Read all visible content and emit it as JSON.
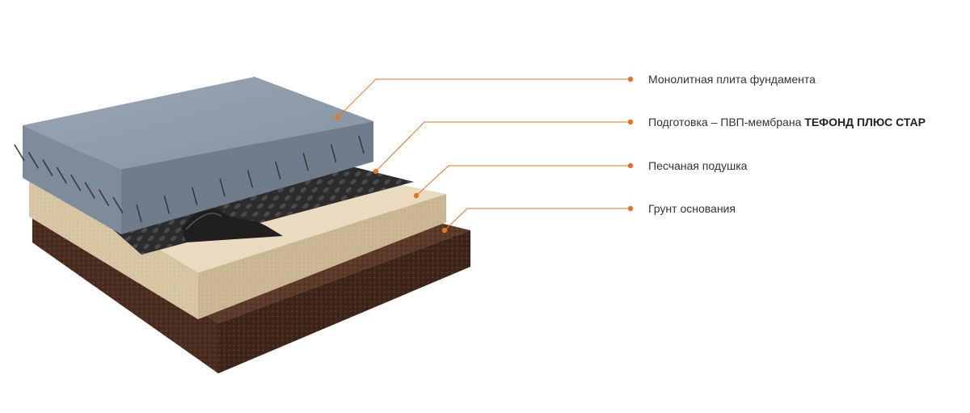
{
  "colors": {
    "leader": "#e8731f",
    "concrete_top": "#8f9cab",
    "concrete_front": "#7e8b9b",
    "concrete_side": "#6f7c8c",
    "membrane": "#2c2c2c",
    "membrane_dot": "#4a4a4a",
    "sand_top": "#e9dac0",
    "sand_front": "#d6c4a3",
    "sand_side": "#c9b591",
    "soil_top": "#5b3a2a",
    "soil_front": "#4a2d20",
    "soil_side": "#3d251a",
    "rebar": "#3a3a3a"
  },
  "labels": [
    {
      "text": "Монолитная плита фундамента",
      "bold": ""
    },
    {
      "text": "Подготовка – ПВП-мембрана ",
      "bold": "ТЕФОНД ПЛЮС СТАР"
    },
    {
      "text": "Песчаная подушка",
      "bold": ""
    },
    {
      "text": "Грунт основания",
      "bold": ""
    }
  ]
}
